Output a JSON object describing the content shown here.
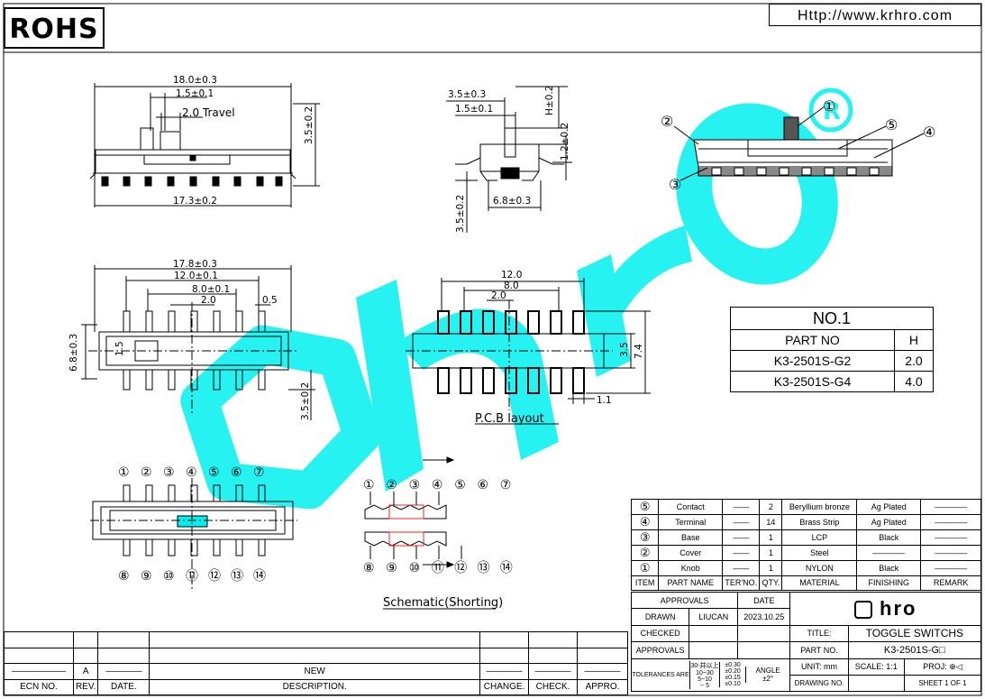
{
  "header": {
    "rohs": "ROHS",
    "url": "Http://www.krhro.com"
  },
  "top_view": {
    "overall_width": "18.0±0.3",
    "dim_1_5": "1.5±0.1",
    "travel": "2.0  Travel",
    "height": "3.5±0.2",
    "base_width": "17.3±0.2"
  },
  "side_view": {
    "width": "3.5±0.3",
    "dim_1_5": "1.5±0.1",
    "h_dim": "H±0.2",
    "dim_1_2": "1.2±0.2",
    "foot_span": "6.8±0.3",
    "height": "3.5±0.2"
  },
  "bottom_view": {
    "overall": "17.8±0.3",
    "dim_12": "12.0±0.1",
    "dim_8": "8.0±0.1",
    "pitch": "2.0",
    "pad": "0.5",
    "height": "6.8±0.3",
    "inner": "1.5",
    "lead": "3.5±0.2"
  },
  "pcb_layout": {
    "dim_12": "12.0",
    "dim_8": "8.0",
    "pitch": "2.0",
    "inner": "3.5",
    "outer": "7.4",
    "pad_w": "1.1",
    "caption": "P.C.B layout"
  },
  "callouts": [
    "①",
    "②",
    "③",
    "④",
    "⑤"
  ],
  "pins_top": [
    "①",
    "②",
    "③",
    "④",
    "⑤",
    "⑥",
    "⑦"
  ],
  "pins_bottom": [
    "⑧",
    "⑨",
    "⑩",
    "⑪",
    "⑫",
    "⑬",
    "⑭"
  ],
  "schematic_caption": "Schematic(Shorting)",
  "part_table": {
    "title": "NO.1",
    "headers": [
      "PART NO",
      "H"
    ],
    "rows": [
      [
        "K3-2501S-G2",
        "2.0"
      ],
      [
        "K3-2501S-G4",
        "4.0"
      ]
    ]
  },
  "bom": {
    "rows": [
      [
        "⑤",
        "Contact",
        "——",
        "2",
        "Beryllium bronze",
        "Ag Plated",
        "————"
      ],
      [
        "④",
        "Terminal",
        "——",
        "14",
        "Brass Strip",
        "Ag Plated",
        "————"
      ],
      [
        "③",
        "Base",
        "——",
        "1",
        "LCP",
        "Black",
        "————"
      ],
      [
        "②",
        "Cover",
        "——",
        "1",
        "Steel",
        "————",
        "————"
      ],
      [
        "①",
        "Knob",
        "——",
        "1",
        "NYLON",
        "Black",
        "————"
      ]
    ],
    "headers": [
      "ITEM",
      "PART NAME",
      "TER'NO.",
      "QTY.",
      "MATERIAL",
      "FINISHING",
      "REMARK"
    ]
  },
  "title_block": {
    "approvals_label": "APPROVALS",
    "date_label": "DATE",
    "drawn_label": "DRAWN",
    "drawn_by": "LIUCAN",
    "drawn_date": "2023.10.25",
    "checked_label": "CHECKED",
    "approvals_label2": "APPROVALS",
    "logo_text": "hro",
    "title_label": "TITLE:",
    "title_value": "TOGGLE  SWITCHS",
    "part_no_label": "PART  NO.",
    "part_no_value": "K3-2501S-G□",
    "tolerances_label": "TOLERANCES ARE",
    "tol_ranges": [
      "30-并以上",
      "10~30",
      "5~10",
      "~ 5"
    ],
    "tol_values": [
      "±0.30",
      "±0.20",
      "±0.15",
      "±0.10"
    ],
    "angle_label": "ANGLE",
    "angle_value": "±2°",
    "unit_label": "UNIT:  mm",
    "scale_label": "SCALE:   1:1",
    "proj_label": "PROJ:",
    "drawing_no_label": "DRAWING NO.",
    "sheet_label": "SHEET   1 OF 1"
  },
  "revision_block": {
    "rev_value": "A",
    "desc_value": "NEW",
    "headers": [
      "ECN NO.",
      "REV.",
      "DATE.",
      "DESCRIPTION.",
      "CHANGE.",
      "CHECK.",
      "APPRO."
    ]
  },
  "colors": {
    "watermark": "#00f0f0",
    "schematic_red": "#ff2020",
    "ink": "#000000"
  }
}
